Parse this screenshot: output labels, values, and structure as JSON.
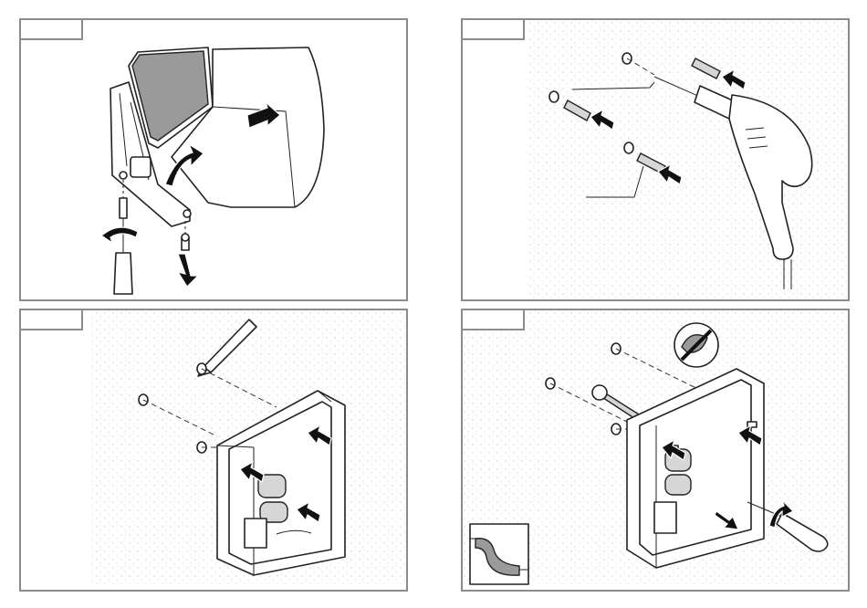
{
  "colors": {
    "panel_border": "#8c8c8c",
    "wall_speckle": "#b5b5b5",
    "arrow": "#111111",
    "line": "#222222"
  },
  "panels": [
    {
      "id": 1,
      "step_label": ""
    },
    {
      "id": 2,
      "step_label": ""
    },
    {
      "id": 3,
      "step_label": ""
    },
    {
      "id": 4,
      "step_label": ""
    }
  ],
  "icons": {
    "panel1": [
      "housing-cover",
      "wall-bracket",
      "screwdriver",
      "screw",
      "rotate-arrow",
      "push-arrow"
    ],
    "panel2": [
      "drill",
      "wall-plug",
      "drill-hole",
      "push-arrow",
      "leader-line"
    ],
    "panel3": [
      "pencil",
      "mounting-plate",
      "drill-mark",
      "push-arrow"
    ],
    "panel4": [
      "mounting-plate",
      "wall-plug",
      "screw",
      "screwdriver",
      "no-kink-cable-icon",
      "cable-routing-inset",
      "push-arrow"
    ]
  }
}
